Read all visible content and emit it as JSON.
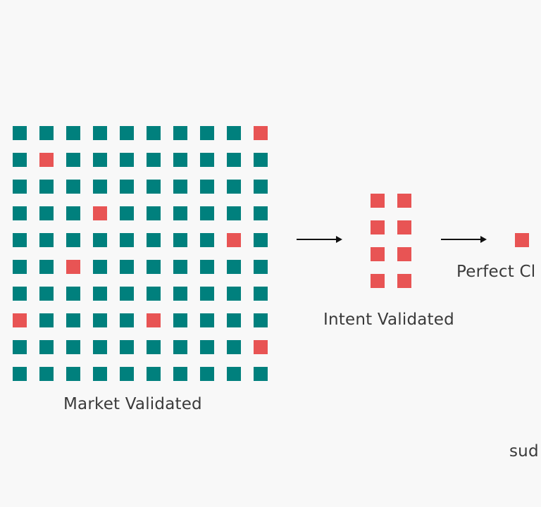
{
  "colors": {
    "teal": "#00807d",
    "coral": "#e85454",
    "background": "#f8f8f8",
    "text": "#3a3a3a",
    "arrow": "#111111"
  },
  "market": {
    "label": "Market Validated",
    "rows": 10,
    "cols": 10,
    "highlighted": [
      [
        0,
        9
      ],
      [
        1,
        1
      ],
      [
        3,
        3
      ],
      [
        4,
        8
      ],
      [
        5,
        2
      ],
      [
        7,
        0
      ],
      [
        7,
        5
      ],
      [
        8,
        9
      ]
    ]
  },
  "intent": {
    "label": "Intent Validated",
    "rows": 4,
    "cols": 2
  },
  "perfect": {
    "label": "Perfect Cl"
  },
  "footer": {
    "partial_text": "sud"
  },
  "icons": {
    "arrow": "arrow-right-icon"
  }
}
